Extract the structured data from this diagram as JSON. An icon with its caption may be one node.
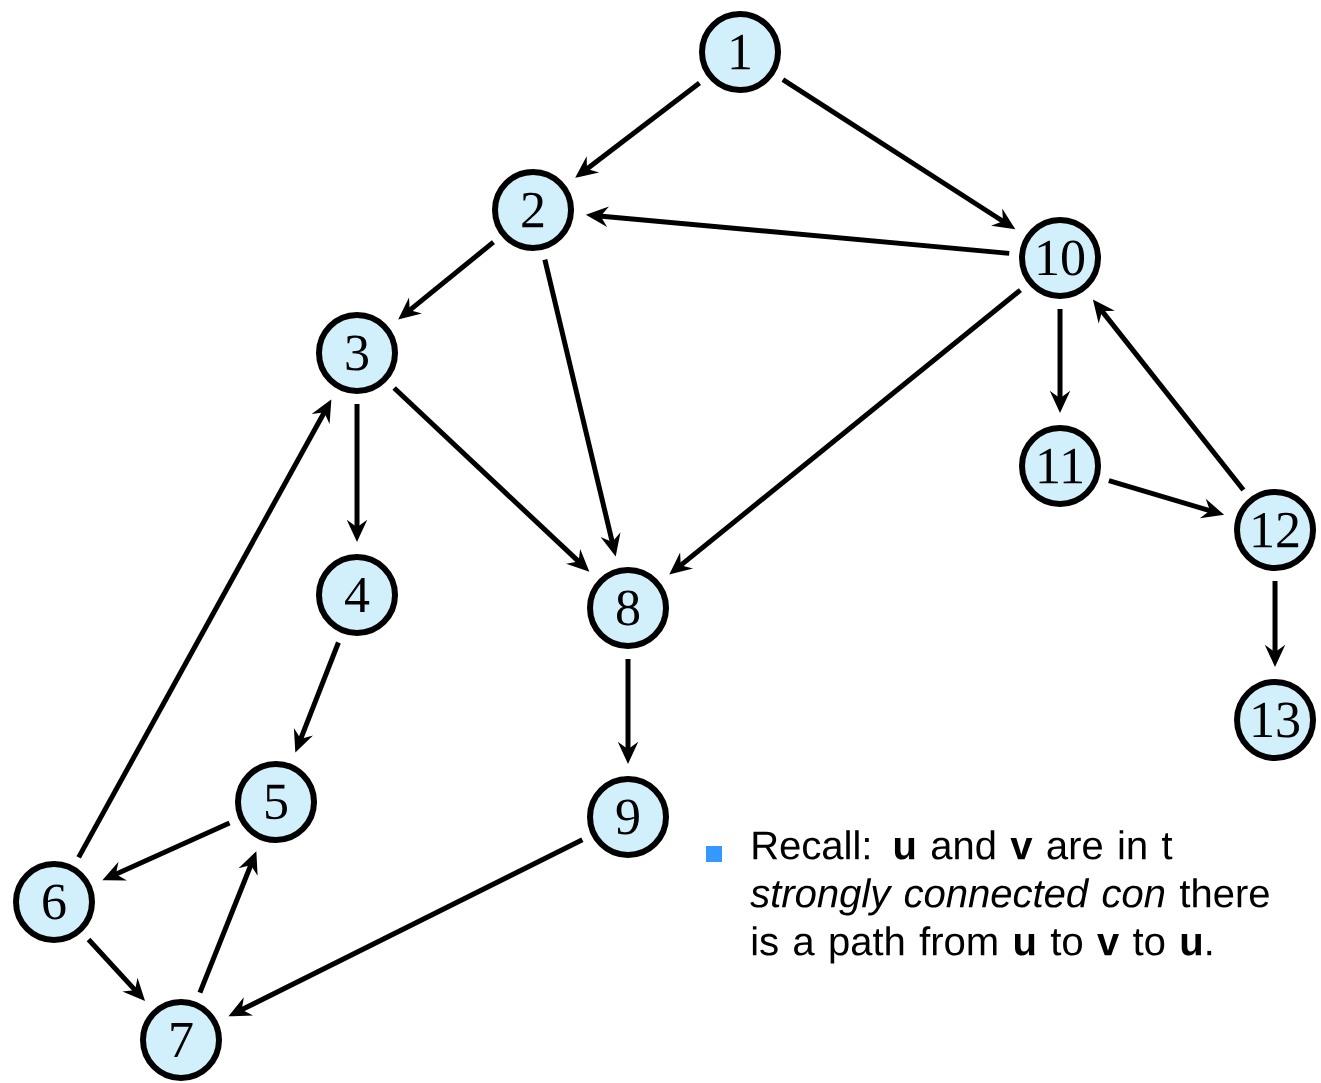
{
  "diagram": {
    "nodes": [
      {
        "text": [
          "1"
        ]
      },
      {
        "text": [
          "2"
        ]
      },
      {
        "text": [
          "3"
        ]
      },
      {
        "text": [
          "4"
        ]
      },
      {
        "text": [
          "5"
        ]
      },
      {
        "text": [
          "6"
        ]
      },
      {
        "text": [
          "7"
        ]
      },
      {
        "text": [
          "8"
        ]
      },
      {
        "text": [
          "9"
        ]
      },
      {
        "text": [
          "10"
        ]
      },
      {
        "text": [
          "11"
        ]
      },
      {
        "text": [
          "12"
        ]
      },
      {
        "text": [
          "13"
        ]
      }
    ],
    "edges": [
      {
        "from": 0,
        "to": 1,
        "arrow": "to"
      },
      {
        "from": 0,
        "to": 9,
        "arrow": "to"
      },
      {
        "from": 9,
        "to": 1,
        "arrow": "to"
      },
      {
        "from": 1,
        "to": 2,
        "arrow": "to"
      },
      {
        "from": 1,
        "to": 7,
        "arrow": "to"
      },
      {
        "from": 2,
        "to": 3,
        "arrow": "to"
      },
      {
        "from": 2,
        "to": 7,
        "arrow": "to"
      },
      {
        "from": 9,
        "to": 7,
        "arrow": "to"
      },
      {
        "from": 9,
        "to": 10,
        "arrow": "to"
      },
      {
        "from": 10,
        "to": 11,
        "arrow": "to"
      },
      {
        "from": 11,
        "to": 9,
        "arrow": "to"
      },
      {
        "from": 11,
        "to": 12,
        "arrow": "to"
      },
      {
        "from": 3,
        "to": 4,
        "arrow": "to"
      },
      {
        "from": 7,
        "to": 8,
        "arrow": "to"
      },
      {
        "from": 4,
        "to": 5,
        "arrow": "to"
      },
      {
        "from": 5,
        "to": 2,
        "arrow": "to"
      },
      {
        "from": 5,
        "to": 6,
        "arrow": "to"
      },
      {
        "from": 6,
        "to": 4,
        "arrow": "to"
      },
      {
        "from": 8,
        "to": 6,
        "arrow": "to"
      }
    ],
    "labels": [
      "Recall:  **u** and **v** are in t *strongly connected con* there is a path from **u** to **v** to **u**."
    ]
  }
}
